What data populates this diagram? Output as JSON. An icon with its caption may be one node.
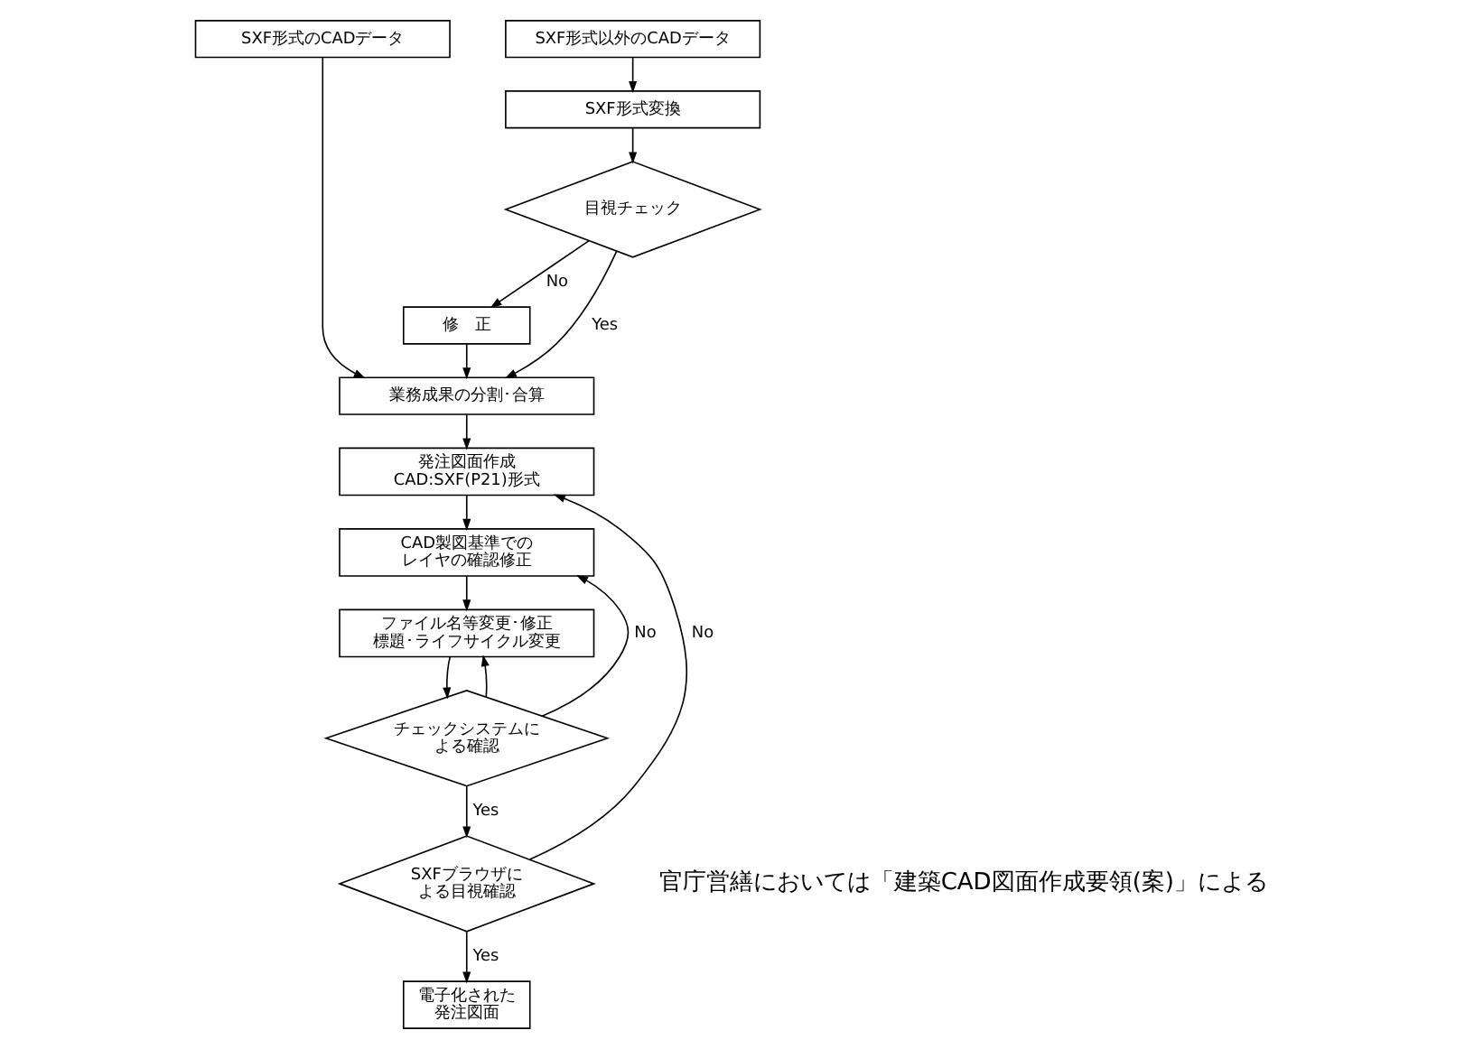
{
  "diagram": {
    "nodes": [
      {
        "text": [
          "SXF形式のCADデータ"
        ]
      },
      {
        "text": [
          "SXF形式以外のCADデータ"
        ]
      },
      {
        "text": [
          "SXF形式変換"
        ]
      },
      {
        "text": [
          "目視チェック"
        ]
      },
      {
        "text": [
          "修　正"
        ]
      },
      {
        "text": [
          "業務成果の分割･合算"
        ]
      },
      {
        "text": [
          "発注図面作成 CAD:SXF(P21)形式"
        ]
      },
      {
        "text": [
          "CAD製図基準でのレイヤの確認修正"
        ]
      },
      {
        "text": [
          "ファイル名等変更･修正標題･ライフサイクル変更"
        ]
      },
      {
        "text": [
          "チェックシステムによる確認"
        ]
      },
      {
        "text": [
          "SXFブラウザによる目視確認"
        ]
      },
      {
        "text": [
          "電子化された発注図面"
        ]
      }
    ],
    "edges": [
      {
        "from": 0,
        "to": 5,
        "arrow": "to"
      },
      {
        "from": 1,
        "to": 2,
        "arrow": "to"
      },
      {
        "from": 2,
        "to": 3,
        "arrow": "to"
      },
      {
        "from": 3,
        "to": 4,
        "arrow": "to",
        "label": "No"
      },
      {
        "from": 3,
        "to": 5,
        "arrow": "to",
        "label": "Yes"
      },
      {
        "from": 4,
        "to": 5,
        "arrow": "to"
      },
      {
        "from": 5,
        "to": 6,
        "arrow": "to"
      },
      {
        "from": 6,
        "to": 7,
        "arrow": "to"
      },
      {
        "from": 7,
        "to": 8,
        "arrow": "to"
      },
      {
        "from": 8,
        "to": 9,
        "arrow": "to"
      },
      {
        "from": 9,
        "to": 7,
        "arrow": "to",
        "label": "No"
      },
      {
        "from": 9,
        "to": 8,
        "arrow": "to"
      },
      {
        "from": 9,
        "to": 10,
        "arrow": "to",
        "label": "Yes"
      },
      {
        "from": 10,
        "to": 6,
        "arrow": "to",
        "label": "No"
      },
      {
        "from": 10,
        "to": 11,
        "arrow": "to",
        "label": "Yes"
      }
    ],
    "labels": [
      "官庁営繕においては「建築CAD図面作成要領(案)」による"
    ]
  }
}
